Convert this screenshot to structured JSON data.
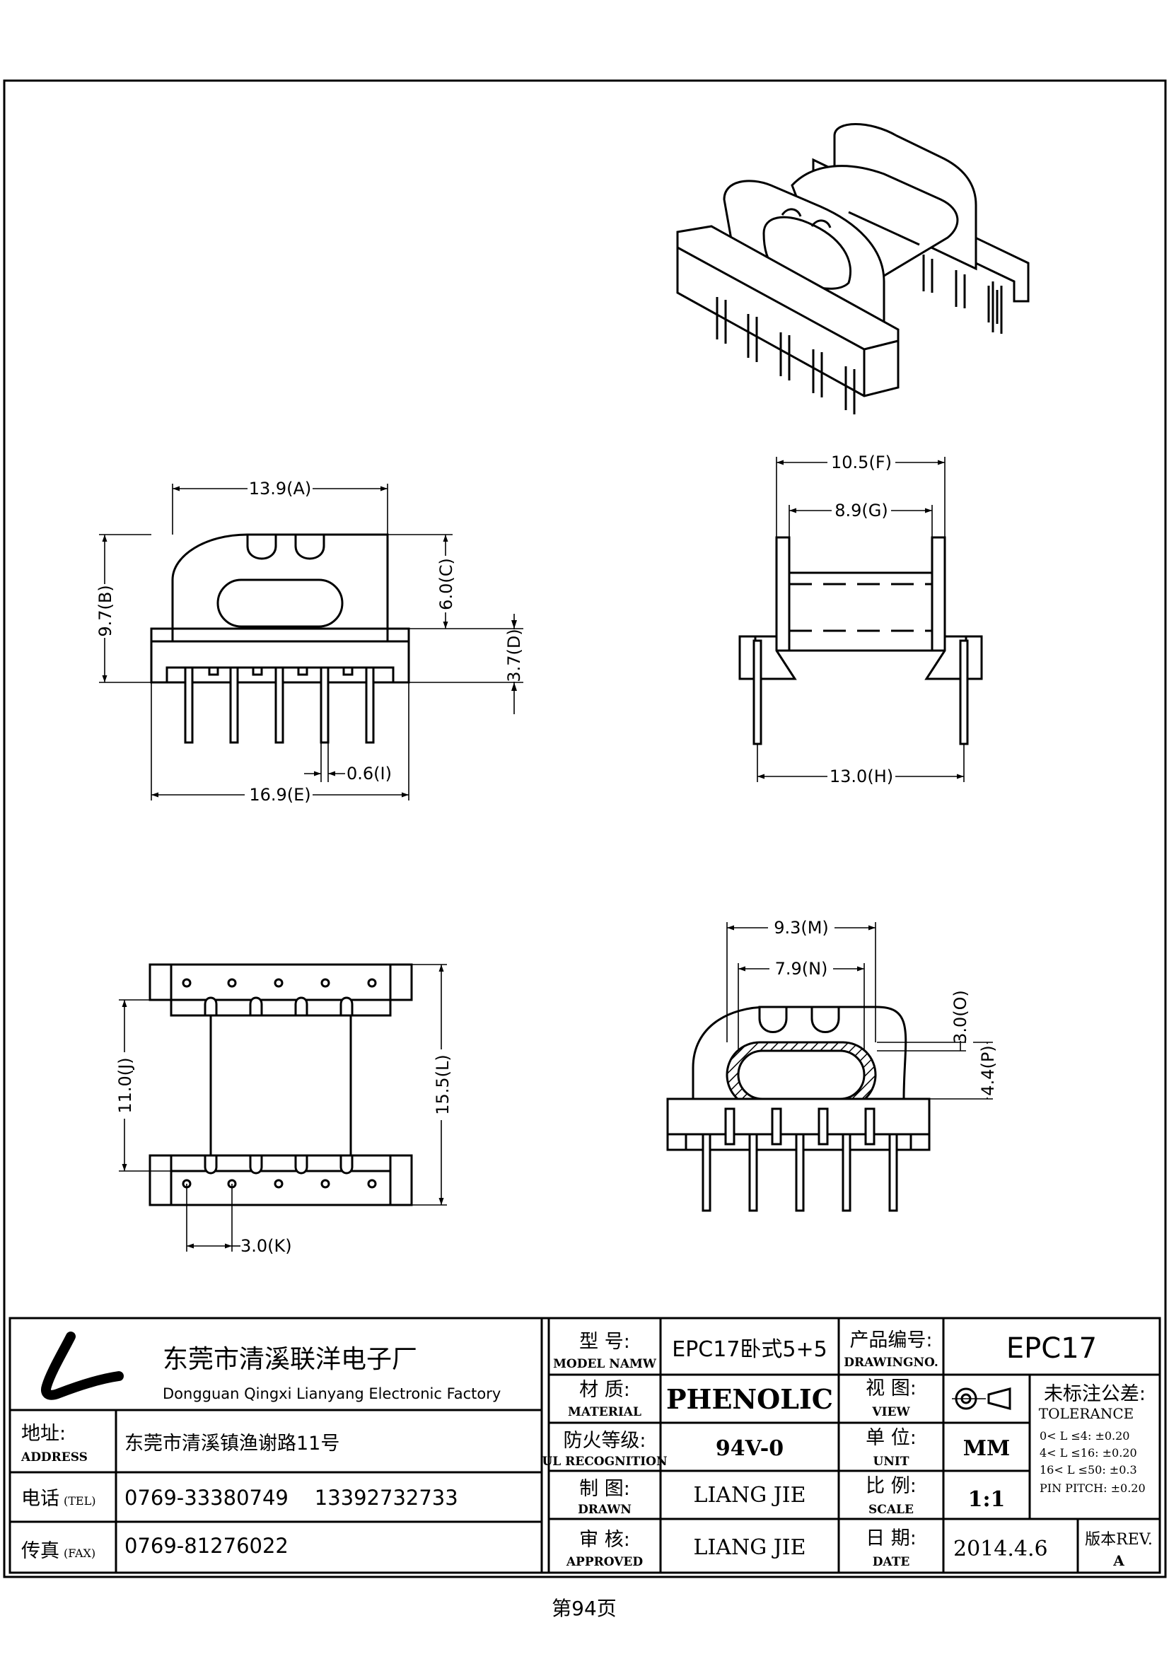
{
  "dimensions": {
    "A": "13.9(A)",
    "B": "9.7(B)",
    "C": "6.0(C)",
    "D": "3.7(D)",
    "E": "16.9(E)",
    "F": "10.5(F)",
    "G": "8.9(G)",
    "H": "13.0(H)",
    "I": "0.6(I)",
    "J": "11.0(J)",
    "K": "3.0(K)",
    "L": "15.5(L)",
    "M": "9.3(M)",
    "N": "7.9(N)",
    "O": "3.0(O)",
    "P": "4.4(P)"
  },
  "title_block": {
    "company_cn": "东莞市清溪联洋电子厂",
    "company_en": "Dongguan Qingxi Lianyang Electronic Factory",
    "address_label_cn": "地址:",
    "address_label_en": "ADDRESS",
    "address_value": "东莞市清溪镇渔谢路11号",
    "tel_label_cn": "电话",
    "tel_label_en": "(TEL)",
    "tel_value": "0769-33380749    13392732733",
    "fax_label_cn": "传真",
    "fax_label_en": "(FAX)",
    "fax_value": "0769-81276022",
    "model_label_cn": "型 号:",
    "model_label_en": "MODEL NAMW",
    "model_value": "EPC17卧式5+5",
    "drawing_no_label_cn": "产品编号:",
    "drawing_no_label_en": "DRAWINGNO.",
    "drawing_no_value": "EPC17",
    "material_label_cn": "材 质:",
    "material_label_en": "MATERIAL",
    "material_value": "PHENOLIC",
    "view_label_cn": "视 图:",
    "view_label_en": "VIEW",
    "tolerance_label_cn": "未标注公差:",
    "tolerance_label_en": "TOLERANCE",
    "tolerance_lines": [
      "0< L ≤4: ±0.20",
      "4< L ≤16: ±0.20",
      "16< L ≤50: ±0.3",
      "PIN PITCH: ±0.20"
    ],
    "ul_label_cn": "防火等级:",
    "ul_label_en": "UL RECOGNITION",
    "ul_value": "94V-0",
    "unit_label_cn": "单 位:",
    "unit_label_en": "UNIT",
    "unit_value": "MM",
    "drawn_label_cn": "制 图:",
    "drawn_label_en": "DRAWN",
    "drawn_value": "LIANG JIE",
    "scale_label_cn": "比 例:",
    "scale_label_en": "SCALE",
    "scale_value": "1:1",
    "approved_label_cn": "审 核:",
    "approved_label_en": "APPROVED",
    "approved_value": "LIANG JIE",
    "date_label_cn": "日 期:",
    "date_label_en": "DATE",
    "date_value": "2014.4.6",
    "rev_label": "版本REV.",
    "rev_value": "A"
  },
  "page_footer": "第94页"
}
